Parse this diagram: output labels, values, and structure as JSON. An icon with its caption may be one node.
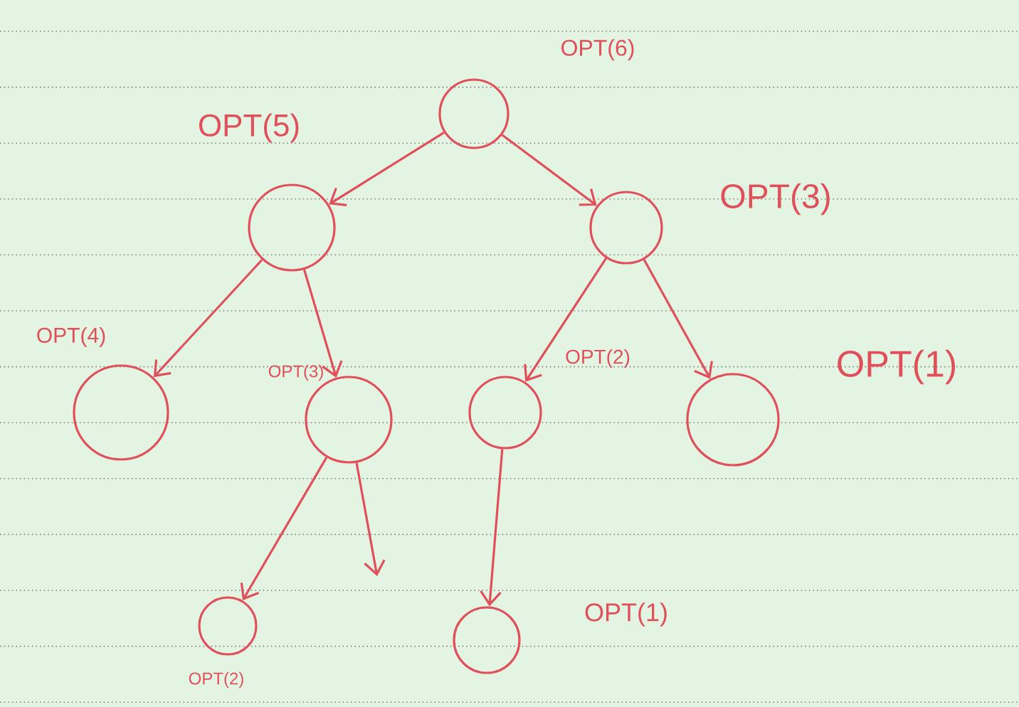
{
  "diagram": {
    "nodes": [
      {
        "text": [],
        "shape": "circle",
        "beside": [
          "OPT(6)"
        ]
      },
      {
        "text": [],
        "shape": "circle",
        "beside": [
          "OPT(5)"
        ]
      },
      {
        "text": [],
        "shape": "circle",
        "beside": [
          "OPT(3)"
        ]
      },
      {
        "text": [],
        "shape": "circle",
        "beside": [
          "OPT(4)"
        ]
      },
      {
        "text": [],
        "shape": "circle",
        "beside": [
          "OPT(3)"
        ]
      },
      {
        "text": [],
        "shape": "circle",
        "beside": [
          "OPT(2)"
        ]
      },
      {
        "text": [],
        "shape": "circle",
        "beside": [
          "OPT(1)"
        ]
      },
      {
        "text": [],
        "shape": "circle",
        "beside": [
          "OPT(2)"
        ]
      },
      {
        "text": [],
        "shape": "circle",
        "beside": [
          "OPT(1)"
        ]
      }
    ],
    "edges": [
      {
        "from": 0,
        "to": 1,
        "arrow": "to"
      },
      {
        "from": 0,
        "to": 2,
        "arrow": "to"
      },
      {
        "from": 1,
        "to": 3,
        "arrow": "to"
      },
      {
        "from": 1,
        "to": 4,
        "arrow": "to"
      },
      {
        "from": 2,
        "to": 5,
        "arrow": "to"
      },
      {
        "from": 2,
        "to": 6,
        "arrow": "to"
      },
      {
        "from": 4,
        "to": 7,
        "arrow": "to"
      },
      {
        "from": 4,
        "to": null,
        "arrow": "to"
      },
      {
        "from": 5,
        "to": 8,
        "arrow": "to"
      }
    ]
  }
}
